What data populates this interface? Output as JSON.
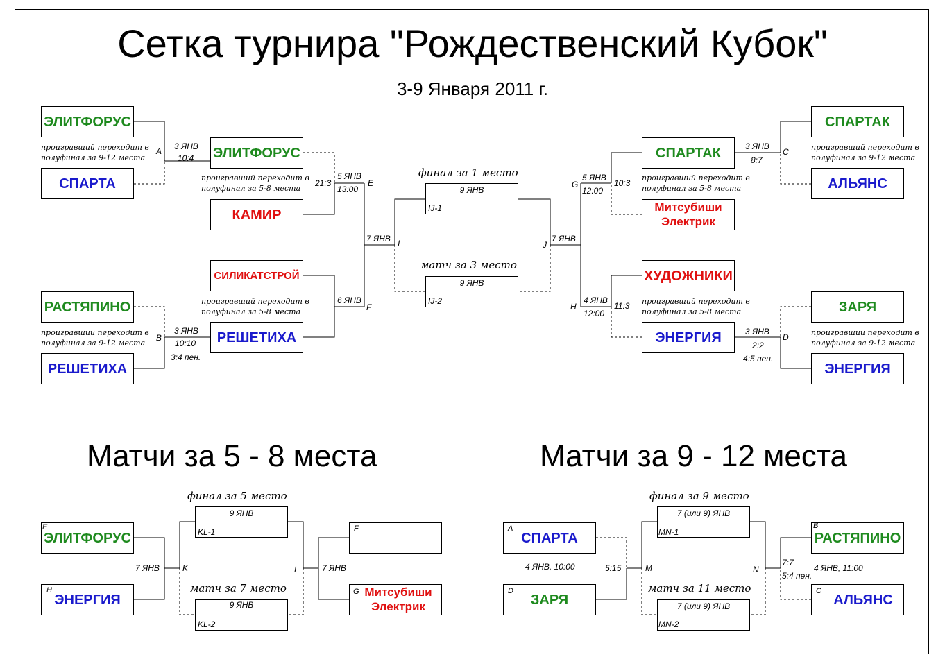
{
  "title": "Сетка  турнира \"Рождественский Кубок\"",
  "subtitle": "3-9 Января 2011 г.",
  "loser_note_9_12": "проигравший переходит в полуфинал за 9-12 места",
  "loser_note_5_8": "проигравший переходит в полуфинал за 5-8 места",
  "colors": {
    "green": "#1e8a1e",
    "blue": "#1a1acc",
    "red": "#e01010"
  },
  "main": {
    "r1": {
      "A": {
        "label": "A",
        "date": "3 ЯНВ",
        "score": "10:4",
        "team1": "ЭЛИТФОРУС",
        "team2": "СПАРТА"
      },
      "B": {
        "label": "B",
        "date": "3 ЯНВ",
        "score": "10:10",
        "extra": "3:4 пен.",
        "team1": "РАСТЯПИНО",
        "team2": "РЕШЕТИХА"
      },
      "C": {
        "label": "C",
        "date": "3 ЯНВ",
        "score": "8:7",
        "team1": "СПАРТАК",
        "team2": "АЛЬЯНС"
      },
      "D": {
        "label": "D",
        "date": "3 ЯНВ",
        "score": "2:2",
        "extra": "4:5 пен.",
        "team1": "ЗАРЯ",
        "team2": "ЭНЕРГИЯ"
      }
    },
    "qf": {
      "E": {
        "label": "E",
        "date": "5 ЯНВ",
        "time": "13:00",
        "score": "21:3",
        "team1": "ЭЛИТФОРУС",
        "team2": "КАМИР"
      },
      "F": {
        "label": "F",
        "date": "6 ЯНВ",
        "team1": "СИЛИКАТСТРОЙ",
        "team2": "РЕШЕТИХА"
      },
      "G": {
        "label": "G",
        "date": "5  ЯНВ",
        "time": "12:00",
        "score": "10:3",
        "team1": "СПАРТАК",
        "team2": "Митсубиши Электрик"
      },
      "H": {
        "label": "H",
        "date": "4 ЯНВ",
        "time": "12:00",
        "score": "11:3",
        "team1": "ХУДОЖНИКИ",
        "team2": "ЭНЕРГИЯ"
      }
    },
    "sf": {
      "I": {
        "label": "I",
        "date": "7 ЯНВ"
      },
      "J": {
        "label": "J",
        "date": "7 ЯНВ"
      }
    },
    "final": {
      "title": "финал за 1 место",
      "date": "9 ЯНВ",
      "code": "IJ-1"
    },
    "third": {
      "title": "матч за 3 место",
      "date": "9 ЯНВ",
      "code": "IJ-2"
    }
  },
  "places_5_8": {
    "heading": "Матчи за 5 - 8 места",
    "K": {
      "label": "K",
      "date": "7 ЯНВ",
      "team1_tag": "E",
      "team1": "ЭЛИТФОРУС",
      "team2_tag": "H",
      "team2": "ЭНЕРГИЯ"
    },
    "L": {
      "label": "L",
      "date": "7 ЯНВ",
      "team1_tag": "F",
      "team1": "",
      "team2_tag": "G",
      "team2": "Митсубиши Электрик"
    },
    "final": {
      "title": "финал за 5 место",
      "date": "9 ЯНВ",
      "code": "KL-1"
    },
    "seventh": {
      "title": "матч за 7 место",
      "date": "9 ЯНВ",
      "code": "KL-2"
    }
  },
  "places_9_12": {
    "heading": "Матчи за 9 - 12 места",
    "M": {
      "label": "M",
      "date": "4 ЯНВ, 10:00",
      "score": "5:15",
      "team1_tag": "A",
      "team1": "СПАРТА",
      "team2_tag": "D",
      "team2": "ЗАРЯ"
    },
    "N": {
      "label": "N",
      "date": "4 ЯНВ, 11:00",
      "score": "7:7",
      "extra": "5:4 пен.",
      "team1_tag": "B",
      "team1": "РАСТЯПИНО",
      "team2_tag": "C",
      "team2": "АЛЬЯНС"
    },
    "final": {
      "title": "финал за 9 место",
      "date": "7 (или 9) ЯНВ",
      "code": "MN-1"
    },
    "eleventh": {
      "title": "матч за 11 место",
      "date": "7 (или 9) ЯНВ",
      "code": "MN-2"
    }
  }
}
